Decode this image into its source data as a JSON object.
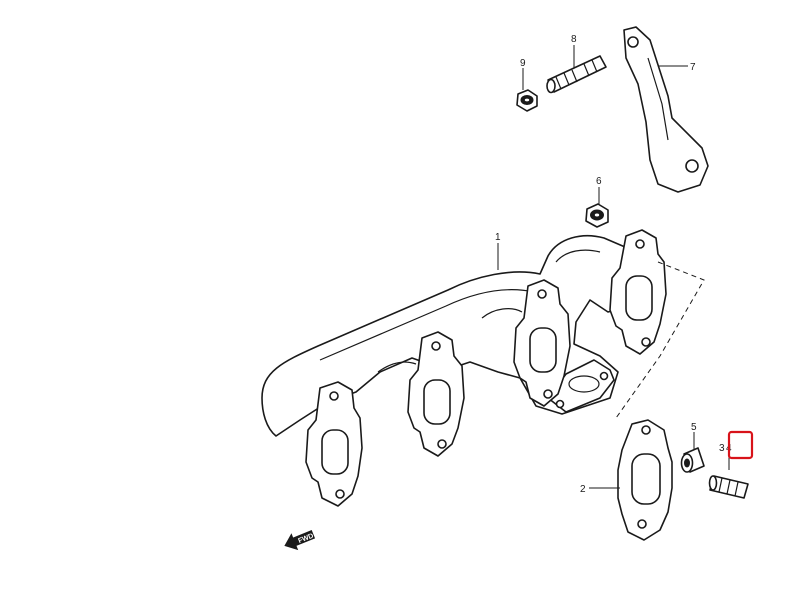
{
  "diagram": {
    "callouts": {
      "p1": "1",
      "p2": "2",
      "p3": "3",
      "p4": "4",
      "p5": "5",
      "p6": "6",
      "p7": "7",
      "p8": "8",
      "p9": "9"
    },
    "front_mark": "FWD",
    "highlight_color": "#d8131a"
  }
}
